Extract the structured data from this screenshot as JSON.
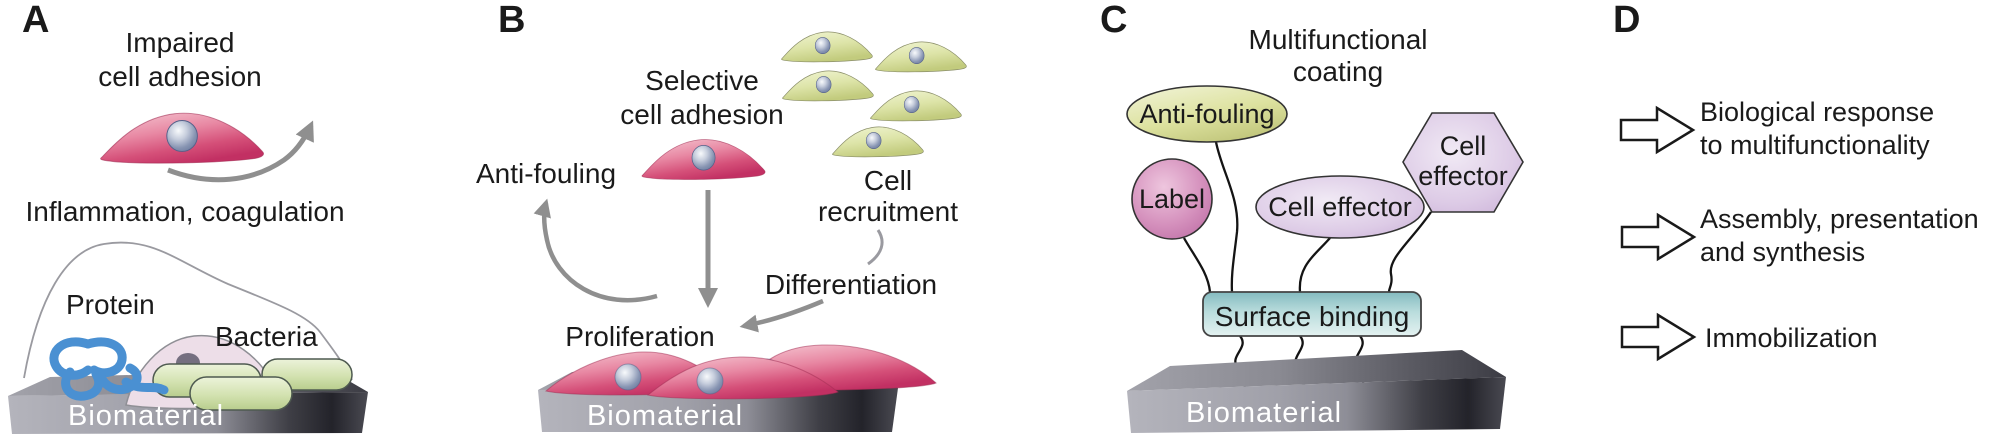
{
  "figure": {
    "panel_a": {
      "letter": "A",
      "impaired_label": "Impaired\ncell adhesion",
      "inflammation_label": "Inflammation, coagulation",
      "protein_label": "Protein",
      "bacteria_label": "Bacteria",
      "biomaterial_label": "Biomaterial"
    },
    "panel_b": {
      "letter": "B",
      "selective_label": "Selective\ncell adhesion",
      "antifouling_label": "Anti-fouling",
      "recruitment_label": "Cell\nrecruitment",
      "differentiation_label": "Differentiation",
      "proliferation_label": "Proliferation",
      "biomaterial_label": "Biomaterial"
    },
    "panel_c": {
      "letter": "C",
      "title": "Multifunctional\ncoating",
      "antifouling_label": "Anti-fouling",
      "label_tag": "Label",
      "cell_effector_ellipse": "Cell effector",
      "cell_effector_hexagon": "Cell\neffector",
      "surface_binding": "Surface binding",
      "biomaterial_label": "Biomaterial"
    },
    "panel_d": {
      "letter": "D",
      "items": [
        {
          "label": "Biological response\nto multifunctionality"
        },
        {
          "label": "Assembly, presentation\nand synthesis"
        },
        {
          "label": "Immobilization"
        }
      ]
    },
    "colors": {
      "cell_pink": "#d55079",
      "cell_green": "#d8e0a0",
      "nucleus_blue_gray": "#8794b2",
      "protein_blue": "#4a90d2",
      "bacteria_green": "#d3e2b0",
      "antifouling_olive": "#d8dc9a",
      "label_magenta": "#d591bd",
      "effector_lavender": "#ddcbe6",
      "surface_binding_teal": "#9ccdd0",
      "slab_gray": "#8a8a92",
      "arrow_gray": "#8f8f8f",
      "text_black": "#1a1a1a"
    }
  }
}
